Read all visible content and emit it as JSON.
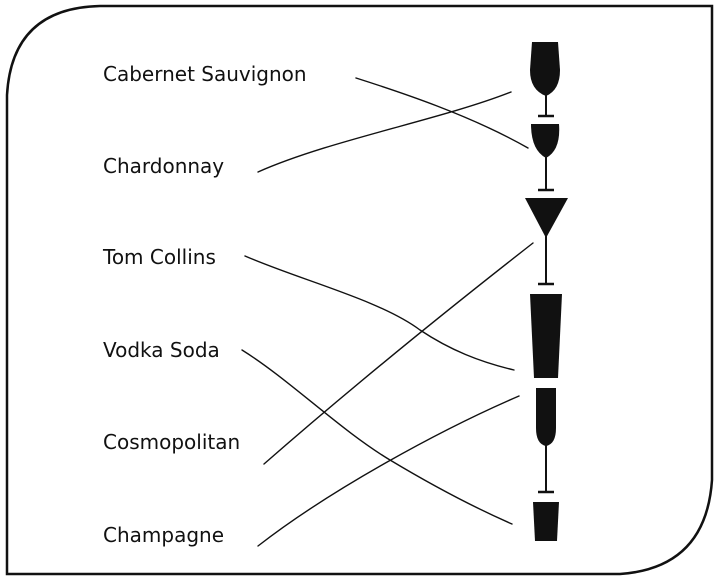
{
  "drinks": [
    {
      "label": "Cabernet Sauvignon"
    },
    {
      "label": "Chardonnay"
    },
    {
      "label": "Tom Collins"
    },
    {
      "label": "Vodka Soda"
    },
    {
      "label": "Cosmopolitan"
    },
    {
      "label": "Champagne"
    }
  ],
  "glasses": [
    {
      "icon": "red-wine-glass-icon"
    },
    {
      "icon": "white-wine-glass-icon"
    },
    {
      "icon": "martini-glass-icon"
    },
    {
      "icon": "highball-glass-icon"
    },
    {
      "icon": "champagne-flute-icon"
    },
    {
      "icon": "rocks-glass-icon"
    }
  ],
  "matches": [
    {
      "drink": 0,
      "glass": 1
    },
    {
      "drink": 1,
      "glass": 0
    },
    {
      "drink": 2,
      "glass": 3
    },
    {
      "drink": 3,
      "glass": 5
    },
    {
      "drink": 4,
      "glass": 2
    },
    {
      "drink": 5,
      "glass": 4
    }
  ],
  "colors": {
    "ink": "#111111",
    "background": "#ffffff"
  }
}
